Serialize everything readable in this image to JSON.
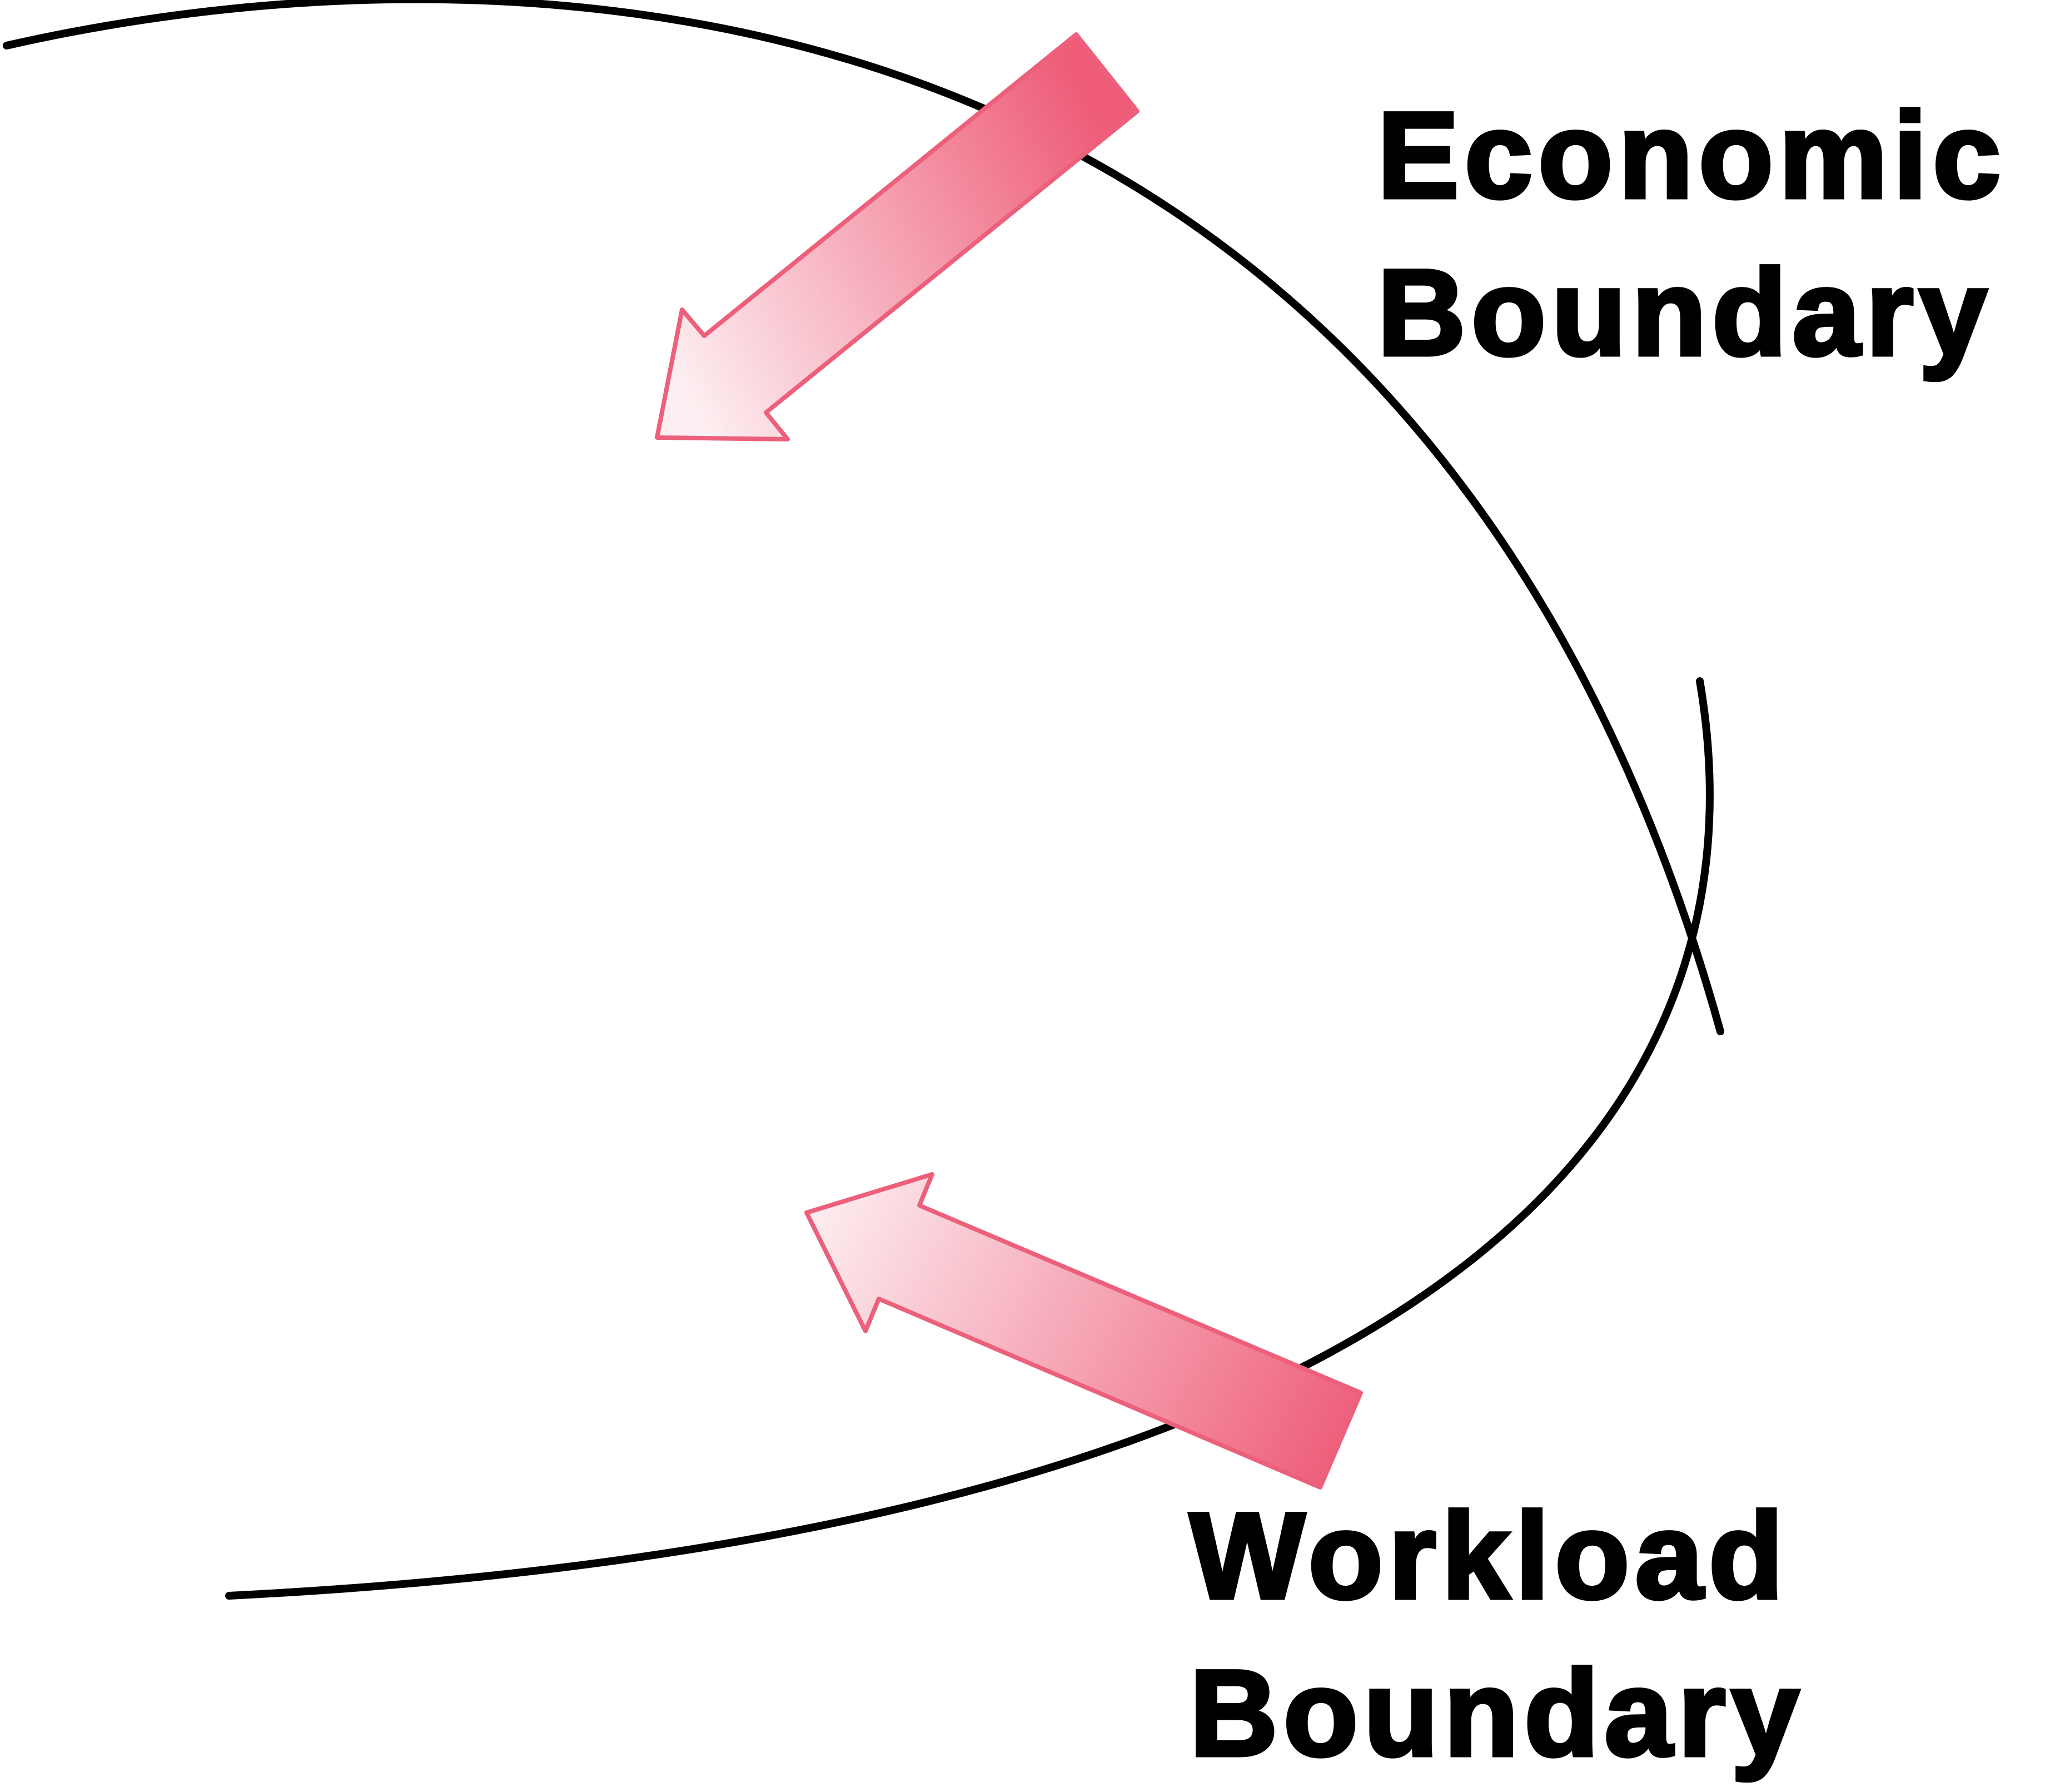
{
  "labels": {
    "economic": {
      "line1": "Economic",
      "line2": "Boundary"
    },
    "workload": {
      "line1": "Workload",
      "line2": "Boundary"
    }
  },
  "colors": {
    "boundary_line": "#000000",
    "arrow_stroke": "#ec607b",
    "arrow_fill_light": "#fdeef1",
    "arrow_fill_dark": "#ee5c78",
    "label_text": "#000000",
    "background": "#ffffff"
  },
  "arrows": [
    {
      "name": "economic-arrow",
      "direction": "down-left"
    },
    {
      "name": "workload-arrow",
      "direction": "up-left"
    }
  ]
}
